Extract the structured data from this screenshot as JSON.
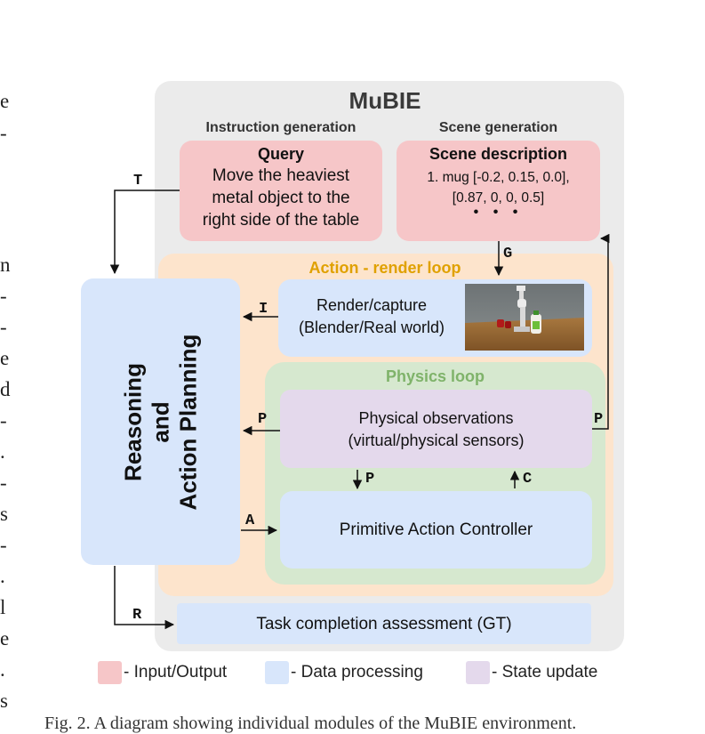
{
  "margin_text_left": [
    "e",
    "-",
    "n",
    "-",
    "-",
    "e",
    "d",
    "-",
    ".",
    "-",
    "s",
    "-",
    ".",
    "l",
    "e",
    ".",
    "s"
  ],
  "diagram": {
    "title": "MuBIE",
    "instruction_header": "Instruction generation",
    "scene_header": "Scene generation",
    "query": {
      "title": "Query",
      "lines": [
        "Move the heaviest",
        "metal object to the",
        "right side of the table"
      ]
    },
    "scene": {
      "title": "Scene description",
      "lines": [
        "1. mug [-0.2, 0.15, 0.0],",
        "[0.87, 0, 0, 0.5]"
      ],
      "dots": "• • •"
    },
    "action_loop_title": "Action - render loop",
    "render": {
      "lines": [
        "Render/capture",
        "(Blender/Real world)"
      ]
    },
    "physics_loop_title": "Physics loop",
    "observations": {
      "lines": [
        "Physical observations",
        "(virtual/physical sensors)"
      ]
    },
    "controller": "Primitive Action Controller",
    "reasoning": {
      "lines": [
        "Reasoning",
        "and",
        "Action Planning"
      ]
    },
    "task_completion": "Task completion assessment (GT)",
    "arrow_labels": {
      "T": "T",
      "G": "G",
      "I": "I",
      "P_left": "P",
      "P_right": "P",
      "P_down": "P",
      "C_up": "C",
      "A": "A",
      "R": "R"
    }
  },
  "legend": [
    {
      "label": "- Input/Output",
      "color": "#f6c6c8"
    },
    {
      "label": "- Data processing",
      "color": "#d8e6fb"
    },
    {
      "label": "- State update",
      "color": "#e4d9ec"
    }
  ],
  "caption": "Fig. 2.    A diagram showing individual modules of the MuBIE environment."
}
